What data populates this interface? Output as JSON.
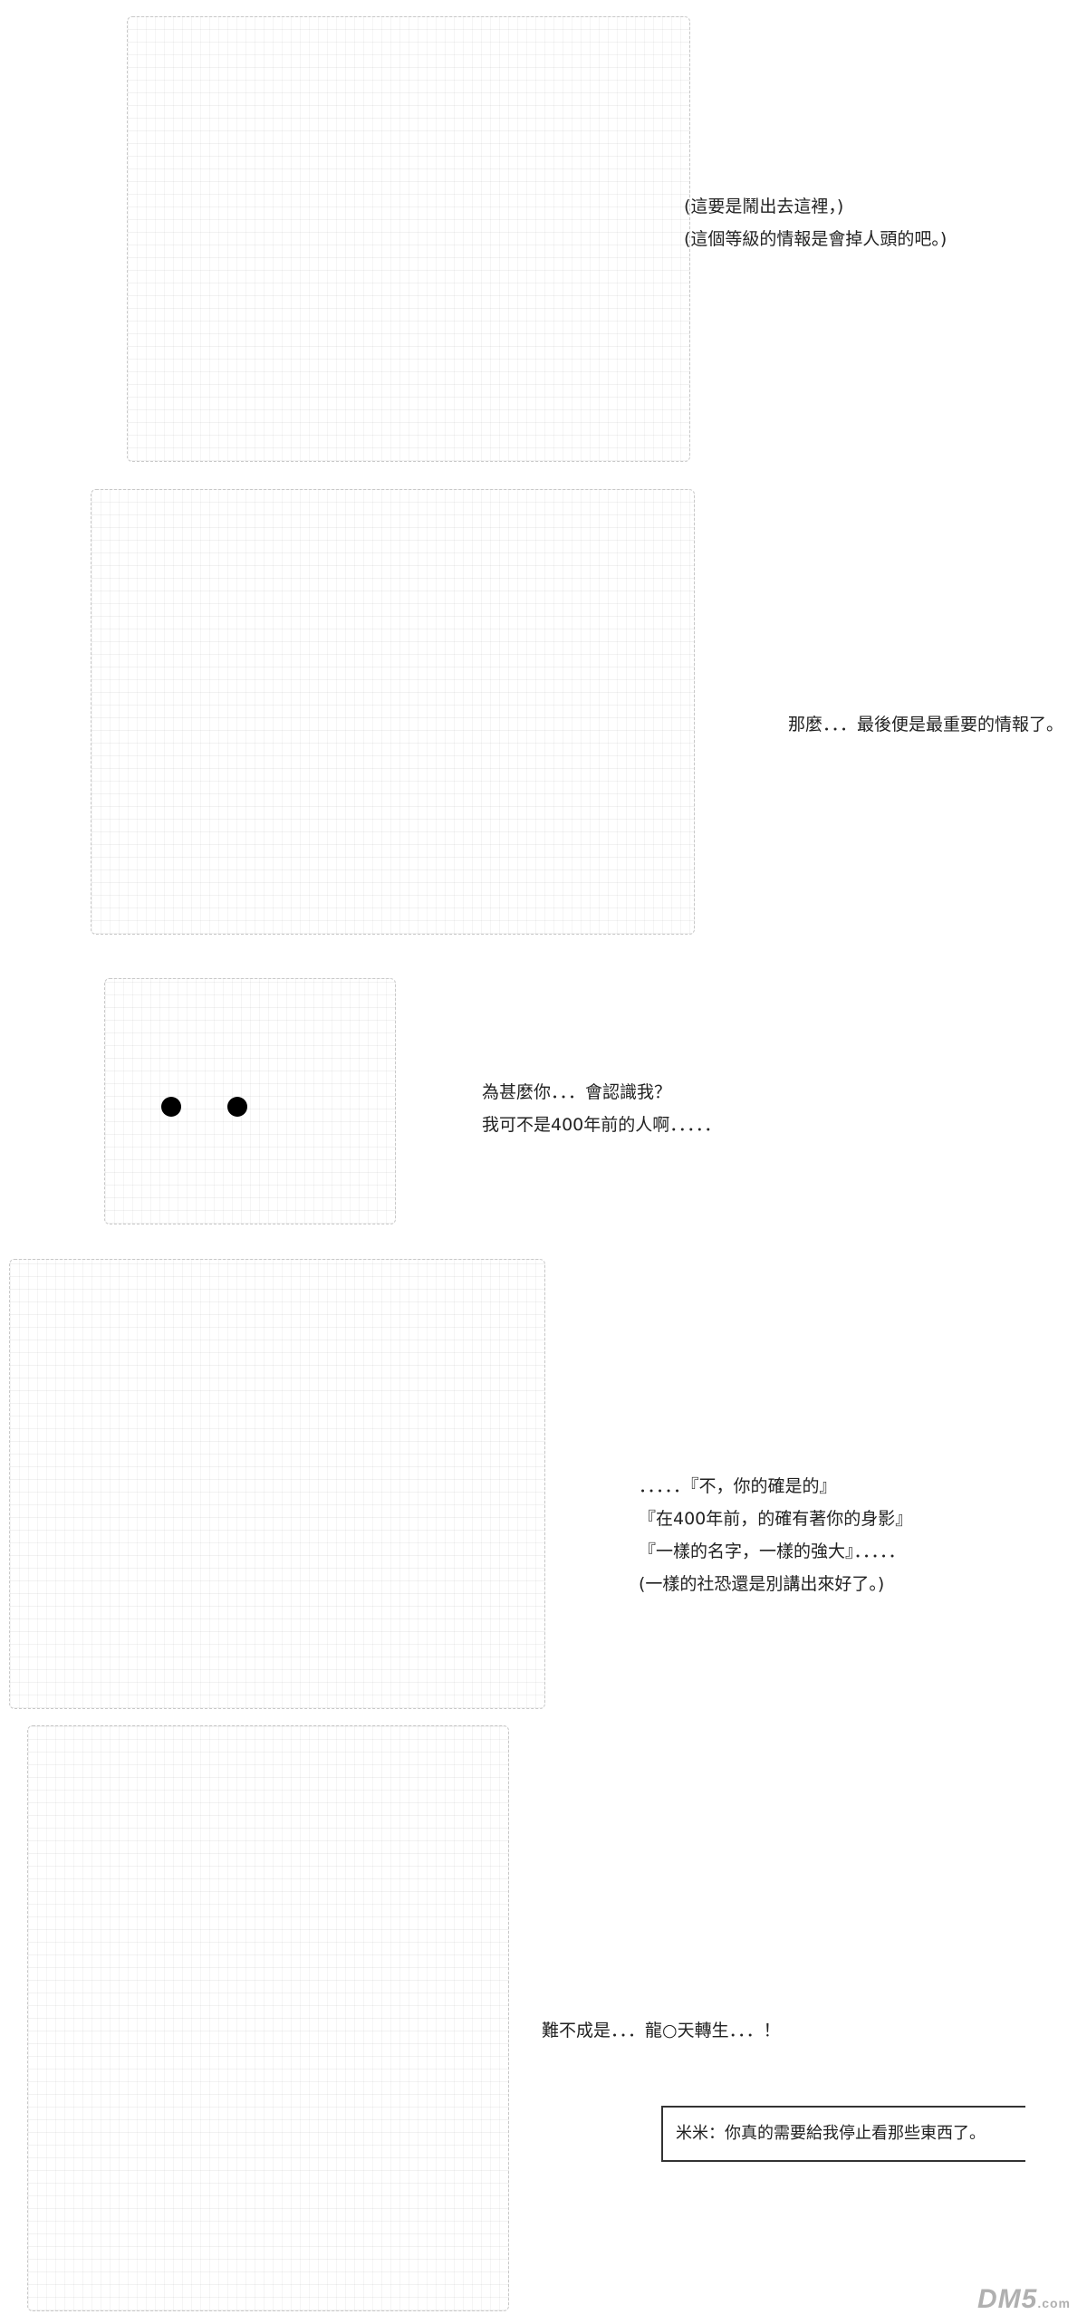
{
  "panels": [
    {
      "lines": [
        "(這要是鬧出去這裡，)",
        "(這個等級的情報是會掉人頭的吧。)"
      ]
    },
    {
      "lines": [
        "那麼．．．最後便是最重要的情報了。"
      ]
    },
    {
      "lines": [
        "為甚麼你．．．會認識我？",
        "我可不是400年前的人啊．．．．．"
      ]
    },
    {
      "lines": [
        "．．．．．『不，你的確是的』",
        "『在400年前，的確有著你的身影』",
        "『一樣的名字，一樣的強大』．．．．．",
        "(一樣的社恐還是別講出來好了。)"
      ]
    },
    {
      "lines": [
        "難不成是．．．龍○天轉生．．．！"
      ]
    }
  ],
  "note": {
    "text": "米米：你真的需要給我停止看那些東西了。"
  },
  "watermark": {
    "brand": "DM5",
    "suffix": ".com"
  }
}
